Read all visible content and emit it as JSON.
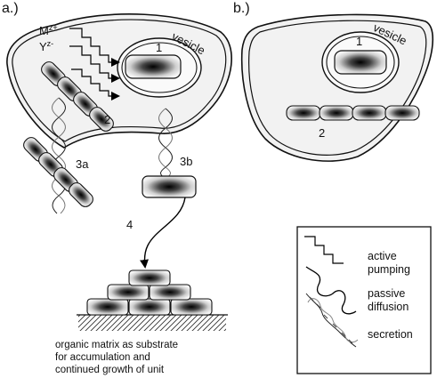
{
  "panels": {
    "a": "a.)",
    "b": "b.)"
  },
  "labels": {
    "vesicle": "vesicle",
    "n1": "1",
    "n2": "2",
    "n3a": "3a",
    "n3b": "3b",
    "n4": "4"
  },
  "ions": {
    "m_base": "M",
    "m_charge": "z+",
    "y_base": "Y",
    "y_charge": "z-"
  },
  "legend": {
    "active_line1": "active",
    "active_line2": "pumping",
    "passive_line1": "passive",
    "passive_line2": "diffusion",
    "secretion": "secretion"
  },
  "caption": {
    "line1": "organic matrix as substrate",
    "line2": "for accumulation and",
    "line3": "continued growth of unit"
  }
}
